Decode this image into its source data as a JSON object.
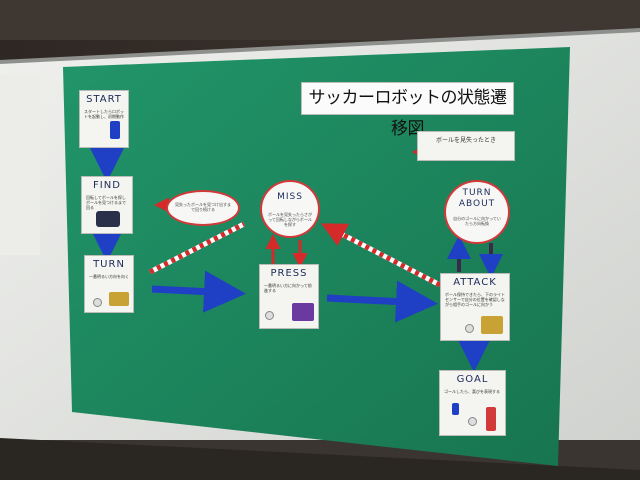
{
  "title": "サッカーロボットの状態遷移図",
  "legend": {
    "lost_ball": "ボールを見失ったとき"
  },
  "states": {
    "start": {
      "name": "START",
      "desc": "スタートしたらロボットを起動し、初期動作"
    },
    "find": {
      "name": "FIND",
      "desc": "回転してボールを探しボールを見つけるまで回る"
    },
    "turn": {
      "name": "TURN",
      "desc": "一番明るい方向を向く"
    },
    "miss": {
      "name": "MISS",
      "desc": "ボールを見失ったらさがって回転しながらボールを探す"
    },
    "press": {
      "name": "PRESS",
      "desc": "一番明るい方に向かって前進する"
    },
    "attack": {
      "name": "ATTACK",
      "desc": "ボール保持できたら、下のライトセンサーで自分の位置を確認しながら相手のゴールに向かう"
    },
    "turn_about": {
      "name_line1": "TURN",
      "name_line2": "ABOUT",
      "desc": "自分のゴールに向かっていたら方向転換"
    },
    "goal": {
      "name": "GOAL",
      "desc": "ゴールしたら、喜びを表現する"
    },
    "find_lost_note": "見失ったボールを見つけ出すまで回り続ける"
  },
  "colors": {
    "board_green": "#1f8a5e",
    "arrow_blue": "#1f3fc4",
    "arrow_red": "#d42a2a",
    "whiteboard": "#e6e7e4"
  }
}
